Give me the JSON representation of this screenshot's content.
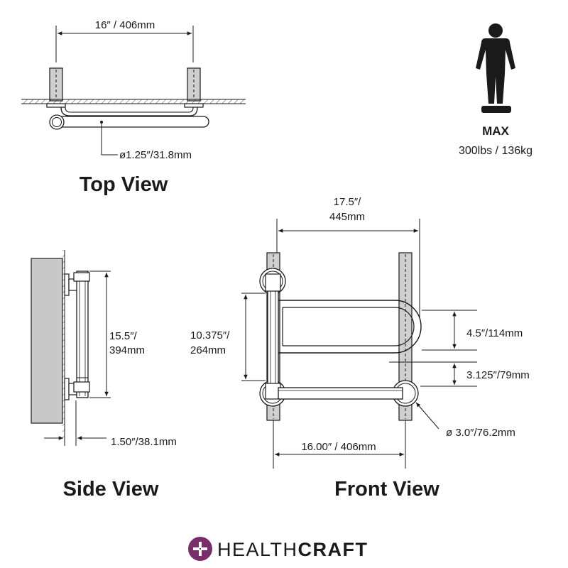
{
  "top_view": {
    "title": "Top View",
    "width_label": "16″ / 406mm",
    "diameter_label": "ø1.25″/31.8mm"
  },
  "side_view": {
    "title": "Side View",
    "height_label_line1": "15.5″/",
    "height_label_line2": "394mm",
    "depth_label": "1.50″/38.1mm"
  },
  "front_view": {
    "title": "Front View",
    "overall_width_line1": "17.5″/",
    "overall_width_line2": "445mm",
    "height_line1": "10.375″/",
    "height_line2": "264mm",
    "upper_gap_label": "4.5″/114mm",
    "lower_gap_label": "3.125″/79mm",
    "flange_diameter_label": "ø 3.0″/76.2mm",
    "stud_width_label": "16.00″ / 406mm"
  },
  "capacity": {
    "max_label": "MAX",
    "weight_label": "300lbs / 136kg",
    "icon": "person-on-scale-icon"
  },
  "brand": {
    "name_light": "HEALTH",
    "name_bold": "CRAFT",
    "logo_color": "#7b2d6b",
    "icon": "plus-circle-logo-icon"
  },
  "colors": {
    "line": "#1a1a1a",
    "stud_fill": "#cfcfcf",
    "wall_fill": "#c8c8c8"
  }
}
